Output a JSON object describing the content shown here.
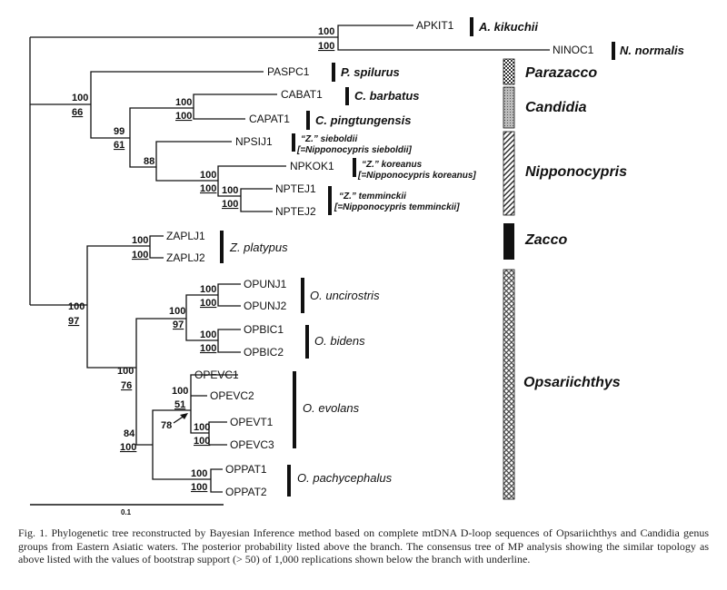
{
  "tips": {
    "apkit1": "APKIT1",
    "ninoc1": "NINOC1",
    "paspc1": "PASPC1",
    "cabat1": "CABAT1",
    "capat1": "CAPAT1",
    "npsij1": "NPSIJ1",
    "npkok1": "NPKOK1",
    "nptej1": "NPTEJ1",
    "nptej2": "NPTEJ2",
    "zaplj1": "ZAPLJ1",
    "zaplj2": "ZAPLJ2",
    "opunj1": "OPUNJ1",
    "opunj2": "OPUNJ2",
    "opbic1": "OPBIC1",
    "opbic2": "OPBIC2",
    "opevc1": "OPEVC1",
    "opevc2": "OPEVC2",
    "opevt1": "OPEVT1",
    "opevc3": "OPEVC3",
    "oppat1": "OPPAT1",
    "oppat2": "OPPAT2"
  },
  "species": {
    "a_kikuchii": "A. kikuchii",
    "n_normalis": "N. normalis",
    "p_spilurus": "P. spilurus",
    "c_barbatus": "C. barbatus",
    "c_pingtungensis": "C. pingtungensis",
    "z_sieboldii_1": "“Z.” sieboldii",
    "z_sieboldii_2": "[=Nipponocypris sieboldii]",
    "z_koreanus_1": "“Z.” koreanus",
    "z_koreanus_2": "[=Nipponocypris koreanus]",
    "z_temminckii_1": "“Z.” temminckii",
    "z_temminckii_2": "[=Nipponocypris temminckii]",
    "z_platypus": "Z. platypus",
    "o_uncirostris": "O. uncirostris",
    "o_bidens": "O. bidens",
    "o_evolans": "O. evolans",
    "o_pachycephalus": "O. pachycephalus"
  },
  "groups": {
    "parazacco": "Parazacco",
    "candidia": "Candidia",
    "nipponocypris": "Nipponocypris",
    "zacco": "Zacco",
    "opsariichthys": "Opsariichthys"
  },
  "support": {
    "outgroup_pp": "100",
    "outgroup_bs": "100",
    "parazacco_pp": "100",
    "parazacco_bs": "66",
    "candidia_pp": "100",
    "candidia_bs": "100",
    "cand_nipp_pp": "99",
    "cand_nipp_bs": "61",
    "nipp_pp": "88",
    "kok_tej_pp": "100",
    "kok_tej_bs": "100",
    "tej_pp": "100",
    "tej_bs": "100",
    "zacco_pp": "100",
    "zacco_bs": "100",
    "ingroup_pp": "100",
    "ingroup_bs": "97",
    "unc_bid_pp": "100",
    "unc_bid_bs": "97",
    "unc_pp": "100",
    "unc_bs": "100",
    "bid_pp": "100",
    "bid_bs": "100",
    "opsa_pp": "100",
    "opsa_bs": "76",
    "evol_pp": "100",
    "evol_bs": "51",
    "evol_inner": "78",
    "evt_pp": "100",
    "evt_bs": "100",
    "evol_pach_pp": "84",
    "evol_pach_bs": "100",
    "pach_pp": "100",
    "pach_bs": "100"
  },
  "scale_label": "0.1",
  "caption": "Fig. 1. Phylogenetic tree reconstructed by Bayesian Inference method based on complete mtDNA D-loop sequences of Opsariichthys and Candidia genus groups from Eastern Asiatic waters. The posterior probability listed above the branch. The consensus tree of MP analysis showing the similar topology as above listed with the values of bootstrap support (> 50) of 1,000 replications shown below the branch with underline."
}
